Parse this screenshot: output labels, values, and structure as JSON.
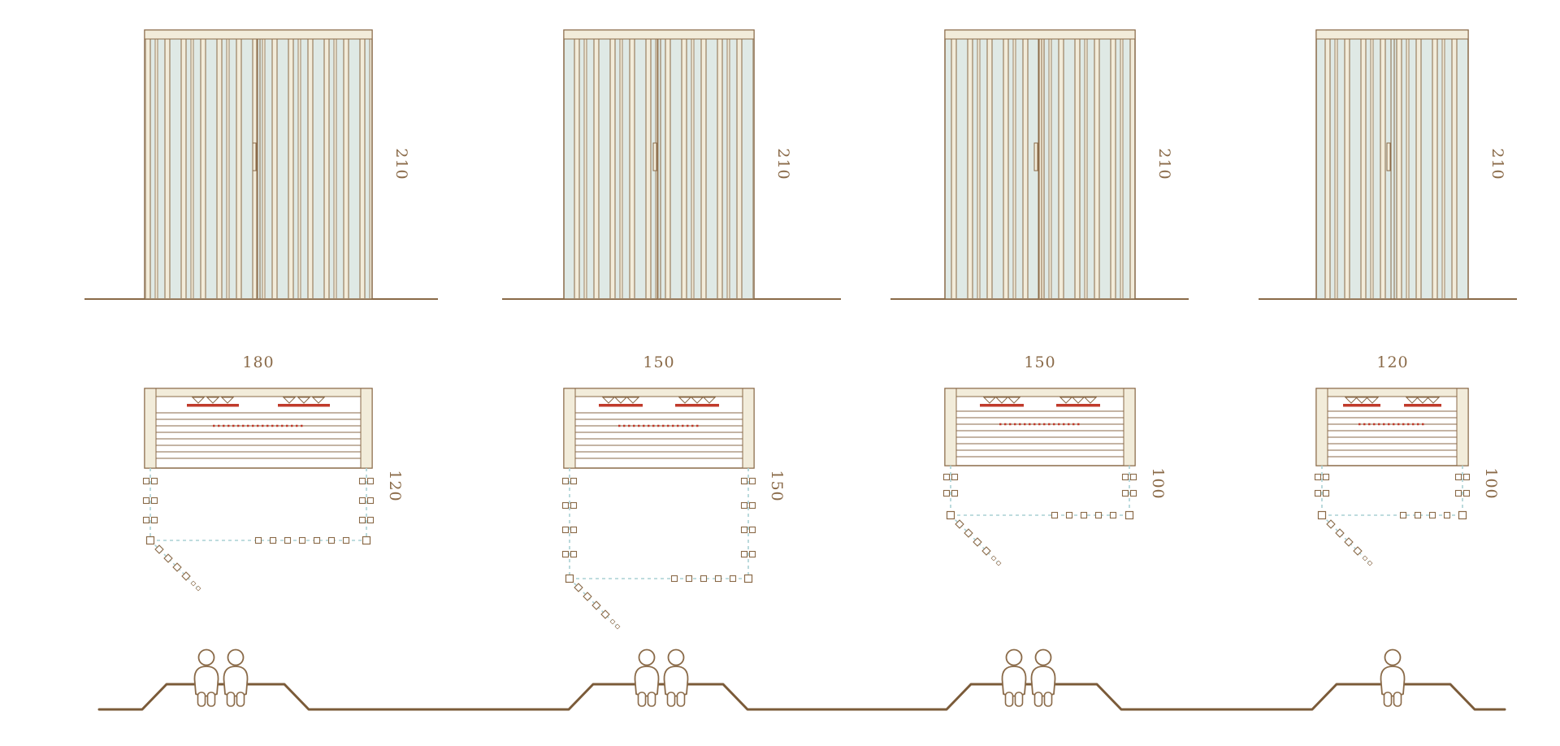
{
  "diagram": {
    "type": "product-size-diagram",
    "subject": "sauna cabin models: front elevations, floor plans and seating capacity",
    "units": "cm",
    "colors": {
      "outline": "#8a6a48",
      "ground_profile": "#7b5b39",
      "glass": "#dfe9e5",
      "wood": "#f2ecda",
      "heater_red": "#c03a2b",
      "door_dashed": "#a8d0d4",
      "background": "#ffffff"
    }
  },
  "models": [
    {
      "width_cm": "180",
      "depth_cm": "120",
      "height_cm": "210",
      "capacity": 2
    },
    {
      "width_cm": "150",
      "depth_cm": "150",
      "height_cm": "210",
      "capacity": 2
    },
    {
      "width_cm": "150",
      "depth_cm": "100",
      "height_cm": "210",
      "capacity": 2
    },
    {
      "width_cm": "120",
      "depth_cm": "100",
      "height_cm": "210",
      "capacity": 1
    }
  ]
}
